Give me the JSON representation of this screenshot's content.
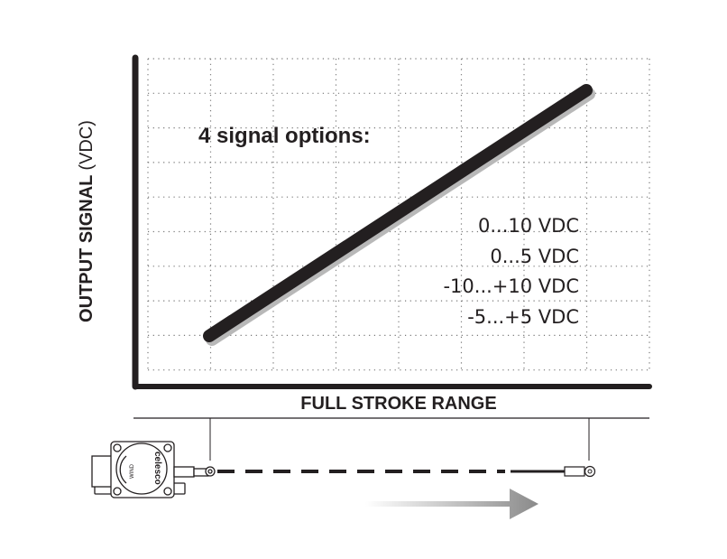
{
  "title": "4 signal options:",
  "options": [
    "0...10 VDC",
    "0...5 VDC",
    "-10...+10 VDC",
    "-5...+5 VDC"
  ],
  "y_axis_label_bold": "OUTPUT SIGNAL",
  "y_axis_label_unit": "(VDC)",
  "x_axis_label": "FULL STROKE RANGE",
  "device_brand": "celesco",
  "device_arrow_label": "WIND"
}
